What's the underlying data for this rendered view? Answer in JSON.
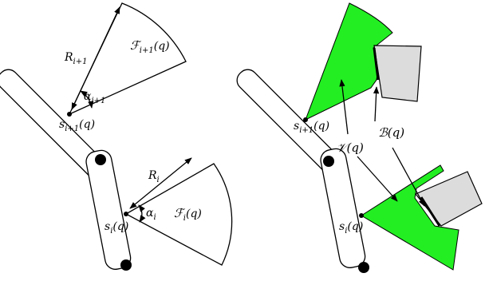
{
  "left_panel": {
    "R_next": {
      "base": "R",
      "sub": "i+1"
    },
    "alpha_next": {
      "base": "α",
      "sub": "i+1"
    },
    "F_next": {
      "base": "ℱ",
      "sub": "i+1",
      "arg": "(q)"
    },
    "s_next": {
      "base": "s",
      "sub": "i+1",
      "arg": "(q)"
    },
    "R_i": {
      "base": "R",
      "sub": "i"
    },
    "alpha_i": {
      "base": "α",
      "sub": "i"
    },
    "F_i": {
      "base": "ℱ",
      "sub": "i",
      "arg": "(q)"
    },
    "s_i": {
      "base": "s",
      "sub": "i",
      "arg": "(q)"
    }
  },
  "right_panel": {
    "s_next": {
      "base": "s",
      "sub": "i+1",
      "arg": "(q)"
    },
    "s_i": {
      "base": "s",
      "sub": "i",
      "arg": "(q)"
    },
    "V_label": "𝒱(q)",
    "B_label": "ℬ(q)"
  },
  "colors": {
    "visible_region": "#22ee22",
    "obstacle": "#dcdcdc"
  }
}
